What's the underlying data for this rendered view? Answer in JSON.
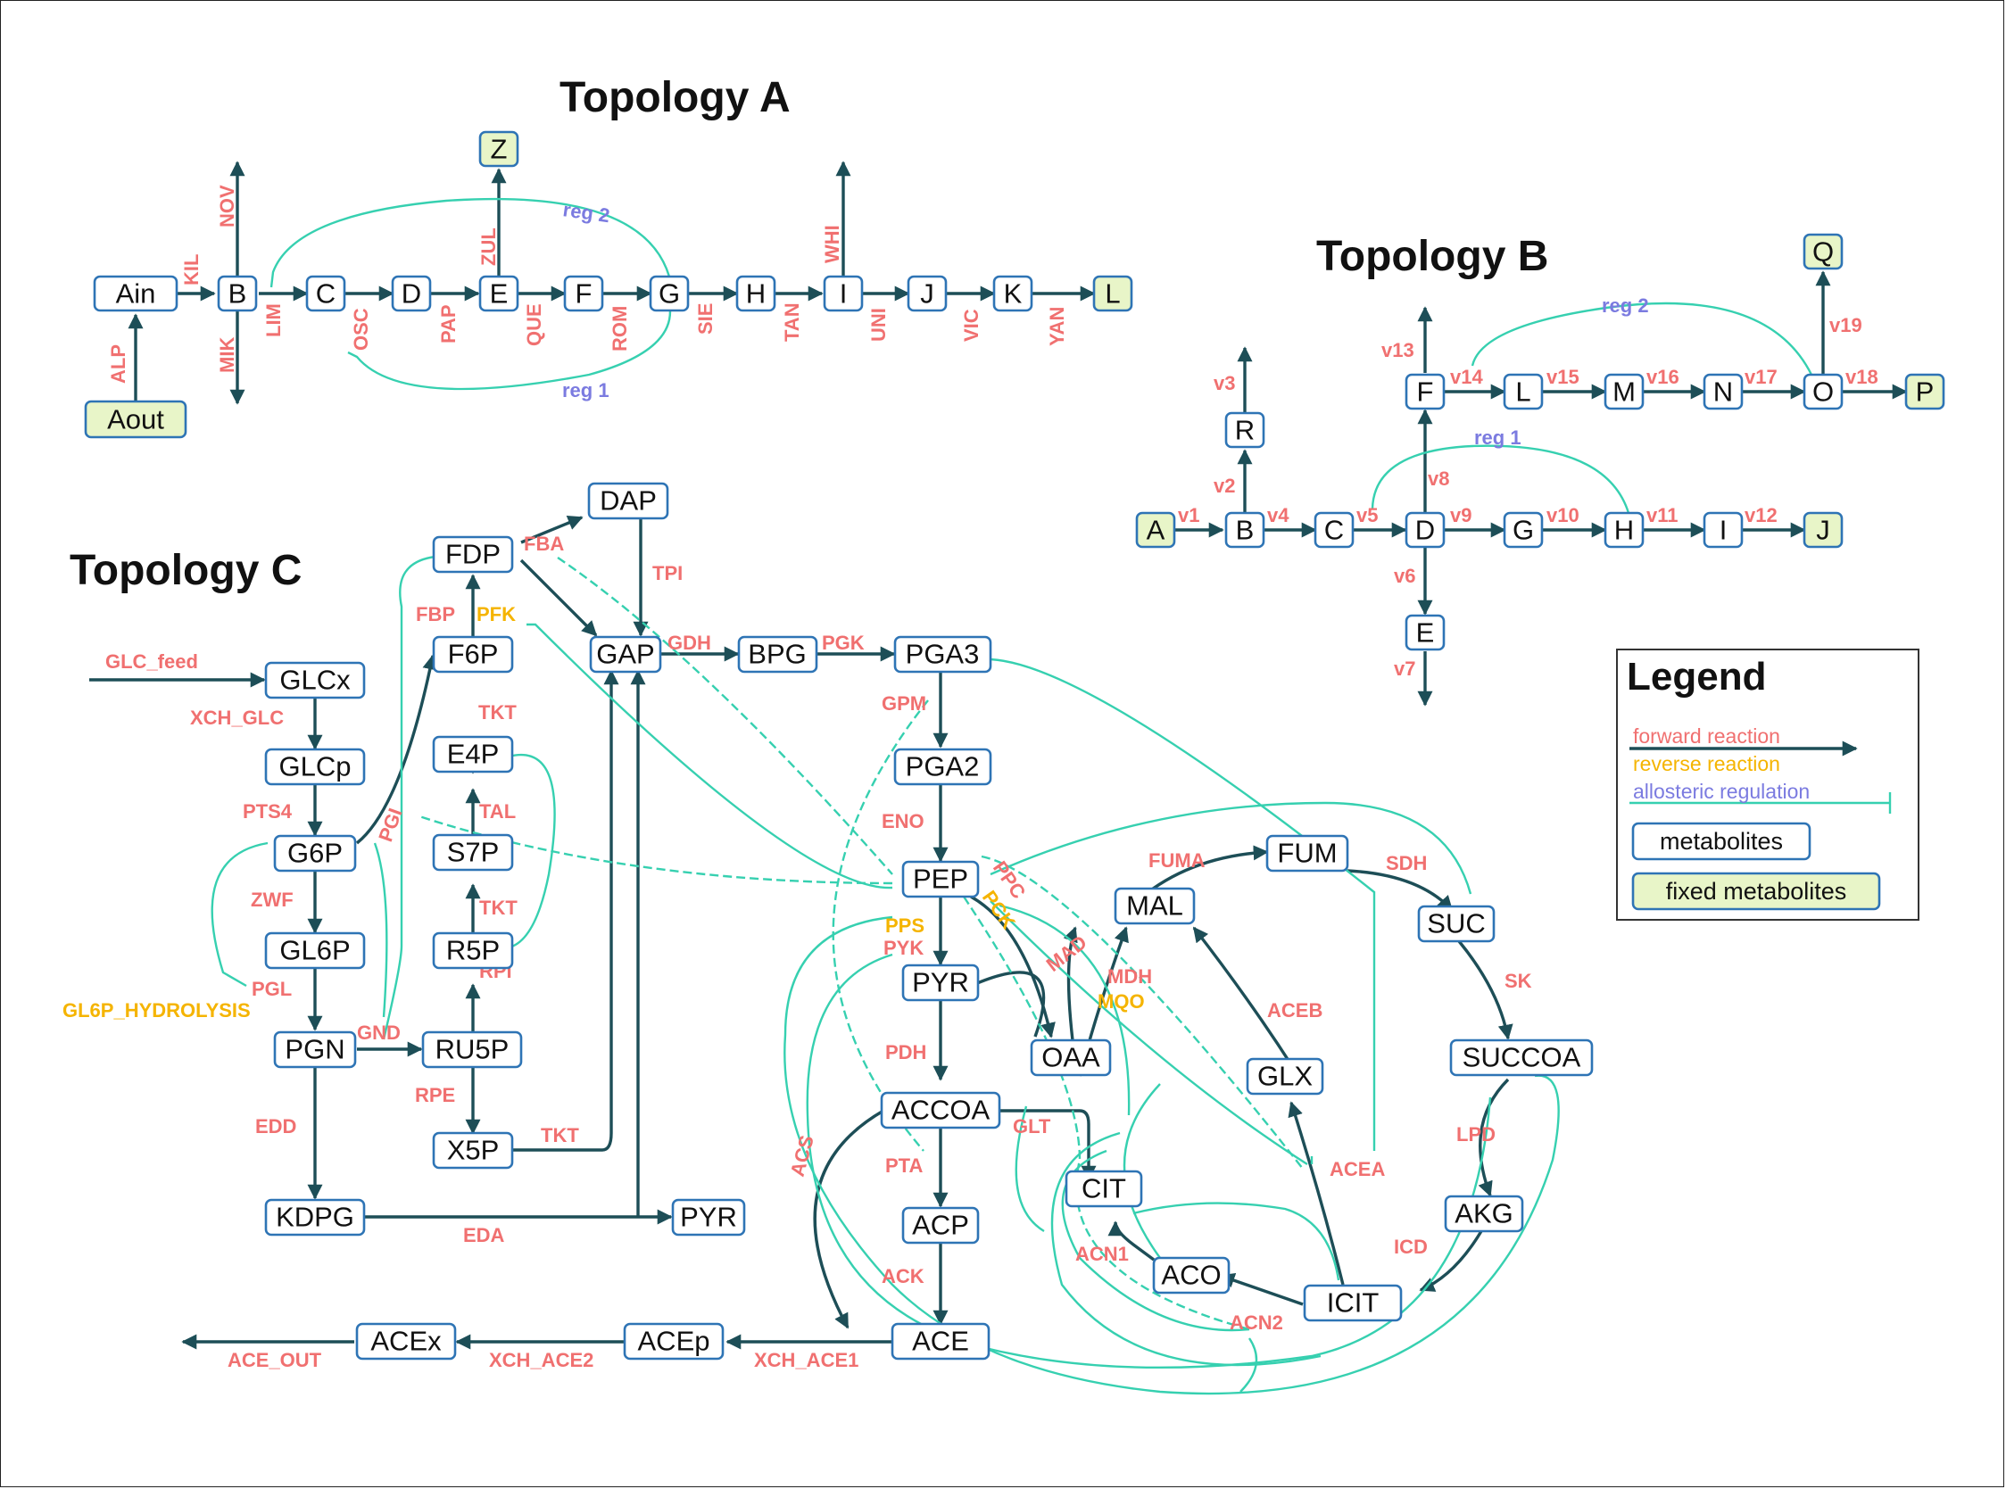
{
  "topology_a": {
    "title": "Topology A",
    "nodes": [
      "Ain",
      "Aout",
      "B",
      "C",
      "D",
      "E",
      "F",
      "G",
      "H",
      "I",
      "J",
      "K",
      "L",
      "Z"
    ],
    "fixed": [
      "Aout",
      "L",
      "Z"
    ],
    "reactions": [
      "ALP",
      "KIL",
      "NOV",
      "MIK",
      "LIM",
      "OSC",
      "PAP",
      "ZUL",
      "QUE",
      "ROM",
      "SIE",
      "TAN",
      "WHI",
      "UNI",
      "VIC",
      "YAN"
    ],
    "regulations": [
      "reg 2",
      "reg 1"
    ]
  },
  "topology_b": {
    "title": "Topology B",
    "nodes": [
      "A",
      "B",
      "C",
      "D",
      "E",
      "F",
      "G",
      "H",
      "I",
      "J",
      "L",
      "M",
      "N",
      "O",
      "P",
      "Q",
      "R"
    ],
    "fixed": [
      "A",
      "J",
      "P",
      "Q"
    ],
    "reactions": [
      "v1",
      "v2",
      "v3",
      "v4",
      "v5",
      "v6",
      "v7",
      "v8",
      "v9",
      "v10",
      "v11",
      "v12",
      "v13",
      "v14",
      "v15",
      "v16",
      "v17",
      "v18",
      "v19"
    ],
    "regulations": [
      "reg 2",
      "reg 1"
    ]
  },
  "topology_c": {
    "title": "Topology C",
    "nodes": [
      "DAP",
      "FDP",
      "F6P",
      "GAP",
      "BPG",
      "PGA3",
      "GLCx",
      "GLCp",
      "G6P",
      "E4P",
      "S7P",
      "GL6P",
      "R5P",
      "PGN",
      "RU5P",
      "X5P",
      "KDPG",
      "PYR",
      "PGA2",
      "PEP",
      "FUM",
      "MAL",
      "SUC",
      "PYR",
      "OAA",
      "ACCOA",
      "CIT",
      "GLX",
      "SUCCOA",
      "AKG",
      "ACP",
      "ACO",
      "ICIT",
      "ACEx",
      "ACEp",
      "ACE"
    ],
    "reactions": [
      "FBA",
      "TPI",
      "GLC_feed",
      "FBP",
      "GDH",
      "PGK",
      "XCH_GLC",
      "TKT",
      "GPM",
      "PTS4",
      "TAL",
      "PGI",
      "ZWF",
      "TKT",
      "PGL",
      "RPI",
      "GND",
      "RPE",
      "EDD",
      "TKT",
      "EDA",
      "PDH",
      "PTA",
      "ACS",
      "ACK",
      "ACE_OUT",
      "XCH_ACE2",
      "XCH_ACE1",
      "ENO",
      "PPC",
      "PYK",
      "MAD",
      "FUMA",
      "MDH",
      "SDH",
      "SK",
      "ACEB",
      "LPD",
      "ACEA",
      "ICD",
      "ACN1",
      "ACN2",
      "GLT"
    ],
    "reverse_reactions": [
      "PFK",
      "GL6P_HYDROLYSIS",
      "PPS",
      "PCK",
      "MQO"
    ]
  },
  "legend": {
    "title": "Legend",
    "forward": "forward reaction",
    "reverse": "reverse reaction",
    "allosteric": "allosteric regulation",
    "metabolites": "metabolites",
    "fixed": "fixed metabolites"
  },
  "colors": {
    "edge": "#1d4e57",
    "regulation": "#36d0b0",
    "forward_label": "#f07070",
    "reverse_label": "#f5b400",
    "regulation_label": "#7b7be0",
    "node_border": "#2e74b5",
    "fixed_fill": "#e8f5c8"
  }
}
